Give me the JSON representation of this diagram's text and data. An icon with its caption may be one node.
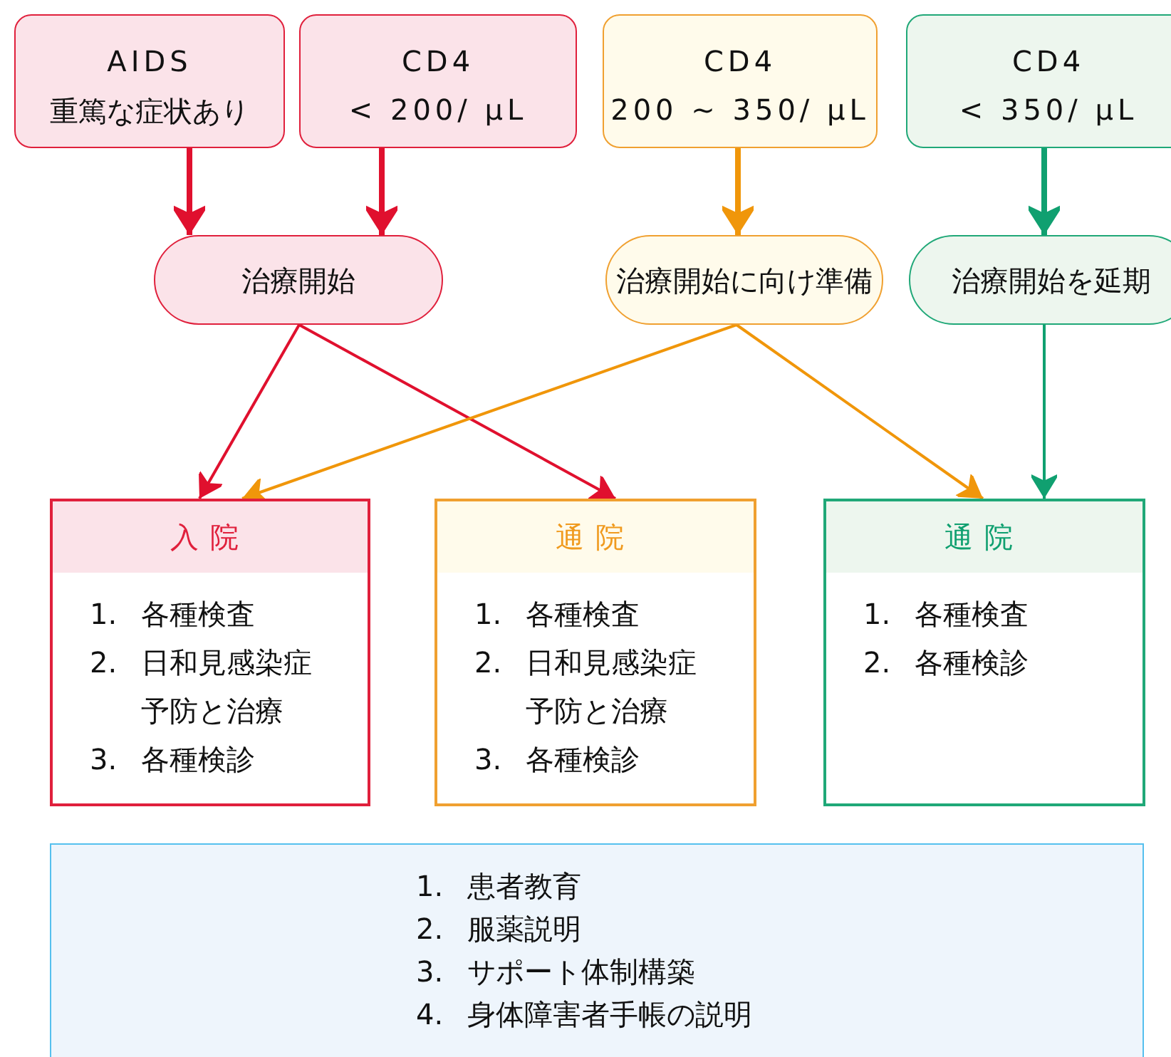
{
  "diagram": {
    "nodes": [
      {
        "text": [
          "AIDS",
          "重篤な症状あり"
        ]
      },
      {
        "text": [
          "CD4",
          "< 200/ μL"
        ]
      },
      {
        "text": [
          "CD4",
          "200 ~ 350/ μL"
        ]
      },
      {
        "text": [
          "CD4",
          "< 350/ μL"
        ]
      },
      {
        "text": [
          "治療開始"
        ]
      },
      {
        "text": [
          "治療開始に向け準備"
        ]
      },
      {
        "text": [
          "治療開始を延期"
        ]
      },
      {
        "text": [
          "入院",
          "1. 各種検査",
          "2. 日和見感染症予防と治療",
          "3. 各種検診"
        ]
      },
      {
        "text": [
          "通院",
          "1. 各種検査",
          "2. 日和見感染症予防と治療",
          "3. 各種検診"
        ]
      },
      {
        "text": [
          "通院",
          "1. 各種検査",
          "2. 各種検診"
        ]
      },
      {
        "text": [
          "1. 患者教育",
          "2. 服薬説明",
          "3. サポート体制構築",
          "4. 身体障害者手帳の説明"
        ]
      }
    ],
    "edges": [
      {
        "from": 0,
        "to": 4,
        "arrow": "to",
        "style": "thick"
      },
      {
        "from": 1,
        "to": 4,
        "arrow": "to",
        "style": "thick"
      },
      {
        "from": 2,
        "to": 5,
        "arrow": "to",
        "style": "thick",
        "color": "#f0960a"
      },
      {
        "from": 3,
        "to": 6,
        "arrow": "to",
        "style": "thick",
        "color": "#10a070"
      },
      {
        "from": 4,
        "to": 7,
        "arrow": "to"
      },
      {
        "from": 4,
        "to": 8,
        "arrow": "to"
      },
      {
        "from": 5,
        "to": 7,
        "arrow": "to",
        "color": "#f0960a"
      },
      {
        "from": 5,
        "to": 9,
        "arrow": "to",
        "color": "#f0960a"
      },
      {
        "from": 6,
        "to": 9,
        "arrow": "to",
        "color": "#10a070"
      }
    ]
  }
}
